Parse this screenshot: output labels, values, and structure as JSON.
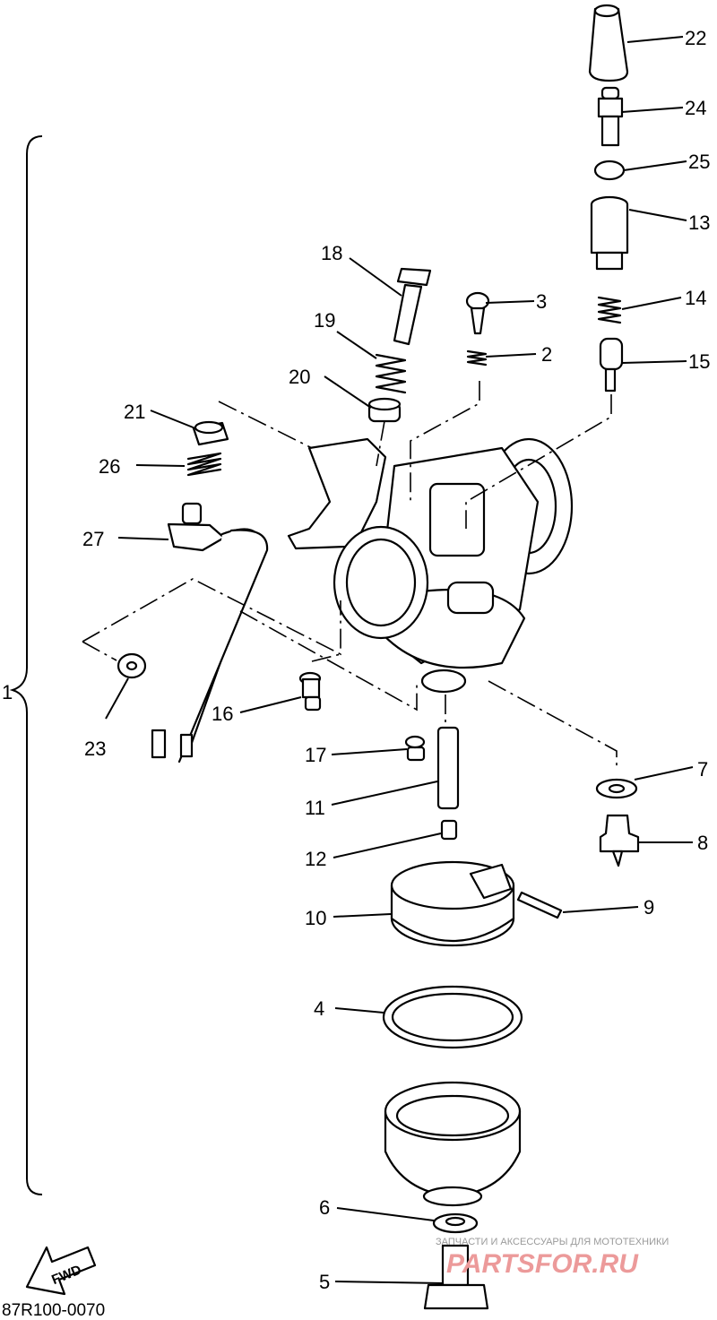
{
  "diagram": {
    "drawing_code": "87R100-0070",
    "direction_label": "FWD",
    "watermark": {
      "tagline": "ЗАПЧАСТИ И АКСЕССУАРЫ ДЛЯ МОТОТЕХНИКИ",
      "brand": "PARTSFOR.RU"
    },
    "assembly_label": "1",
    "callouts": [
      {
        "id": "c22",
        "label": "22"
      },
      {
        "id": "c24",
        "label": "24"
      },
      {
        "id": "c25",
        "label": "25"
      },
      {
        "id": "c13",
        "label": "13"
      },
      {
        "id": "c14",
        "label": "14"
      },
      {
        "id": "c15",
        "label": "15"
      },
      {
        "id": "c18",
        "label": "18"
      },
      {
        "id": "c3",
        "label": "3"
      },
      {
        "id": "c2",
        "label": "2"
      },
      {
        "id": "c19",
        "label": "19"
      },
      {
        "id": "c20",
        "label": "20"
      },
      {
        "id": "c21",
        "label": "21"
      },
      {
        "id": "c26",
        "label": "26"
      },
      {
        "id": "c27",
        "label": "27"
      },
      {
        "id": "c23",
        "label": "23"
      },
      {
        "id": "c16",
        "label": "16"
      },
      {
        "id": "c17",
        "label": "17"
      },
      {
        "id": "c11",
        "label": "11"
      },
      {
        "id": "c7",
        "label": "7"
      },
      {
        "id": "c12",
        "label": "12"
      },
      {
        "id": "c8",
        "label": "8"
      },
      {
        "id": "c10",
        "label": "10"
      },
      {
        "id": "c9",
        "label": "9"
      },
      {
        "id": "c4",
        "label": "4"
      },
      {
        "id": "c6",
        "label": "6"
      },
      {
        "id": "c5",
        "label": "5"
      }
    ]
  }
}
